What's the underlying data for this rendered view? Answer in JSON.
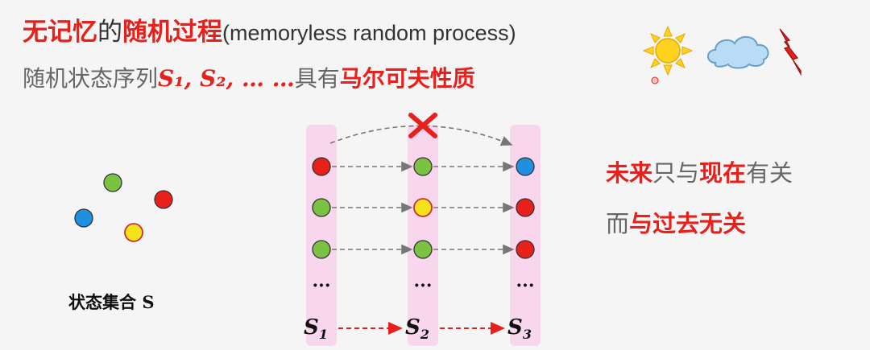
{
  "header": {
    "title_red_1": "无记忆",
    "title_plain_1": "的",
    "title_red_2": "随机过程",
    "title_en": "(memoryless random process)"
  },
  "subheader": {
    "prefix": "随机状态序列",
    "sequence": "S₁, S₂, … …",
    "middle": "具有",
    "property": "马尔可夫性质"
  },
  "right_text": {
    "line1_red_1": "未来",
    "line1_plain_1": "只与",
    "line1_red_2": "现在",
    "line1_plain_2": "有关",
    "line2_plain": "而",
    "line2_red": "与过去无关"
  },
  "state_set": {
    "label": "状态集合",
    "symbol": "S"
  },
  "columns": [
    {
      "label_main": "S",
      "label_sub": "1",
      "dots": [
        "red",
        "green",
        "green"
      ],
      "ellipsis": "···"
    },
    {
      "label_main": "S",
      "label_sub": "2",
      "dots": [
        "green",
        "yellow",
        "green"
      ],
      "ellipsis": "···"
    },
    {
      "label_main": "S",
      "label_sub": "3",
      "dots": [
        "blue",
        "red",
        "red"
      ],
      "ellipsis": "···"
    }
  ],
  "colors": {
    "red": "#e8201c",
    "green": "#7cc242",
    "yellow": "#f5e21a",
    "blue": "#1f8fe0",
    "pink_column": "#f8d7ee",
    "cross": "#e8201c",
    "sun": "#ffd21e",
    "cloud": "#b8dcf5"
  },
  "icons": [
    "sun-icon",
    "cloud-icon",
    "lightning-icon",
    "cross-icon"
  ]
}
